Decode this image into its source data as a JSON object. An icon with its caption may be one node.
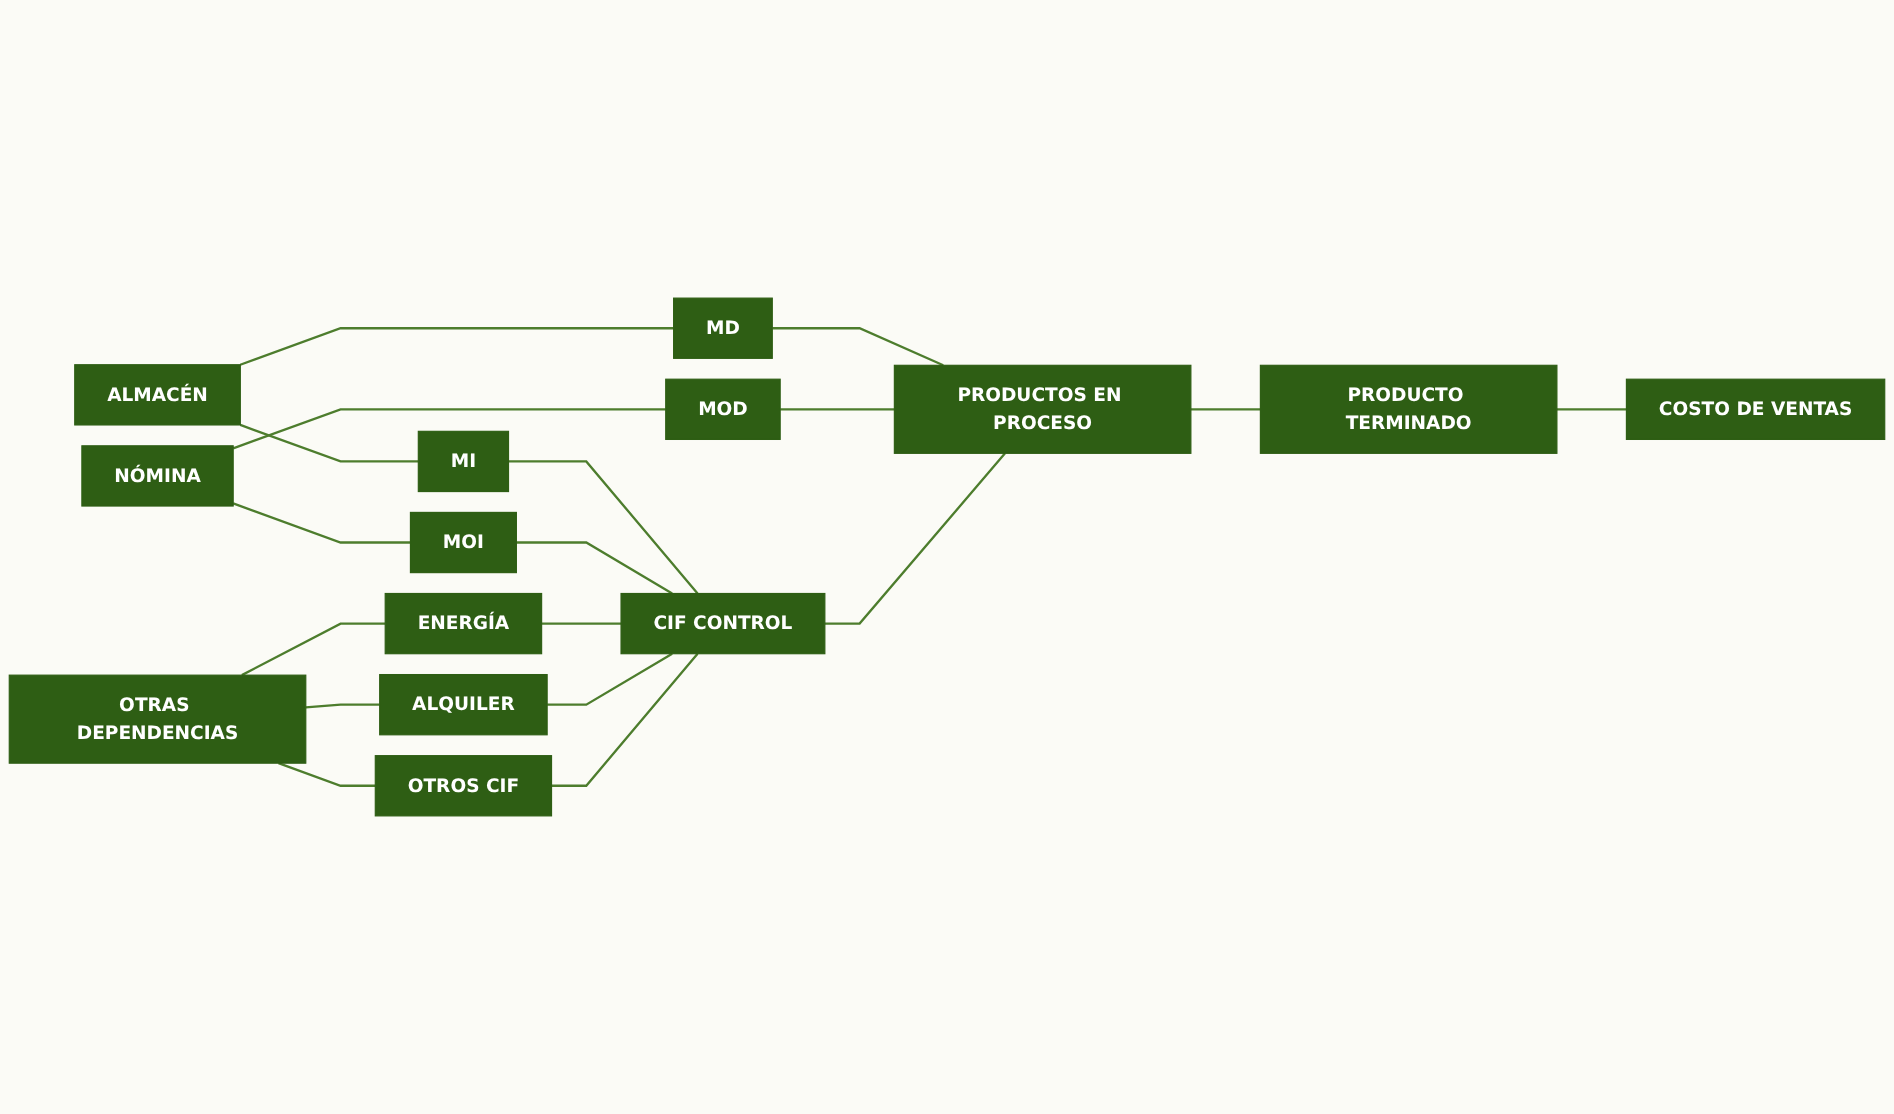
{
  "diagram": {
    "nodes": [
      {
        "text": [
          "ALMACÉN"
        ]
      },
      {
        "text": [
          "NÓMINA"
        ]
      },
      {
        "text": [
          "OTRAS DEPENDENCIAS"
        ]
      },
      {
        "text": [
          "MD"
        ]
      },
      {
        "text": [
          "MOD"
        ]
      },
      {
        "text": [
          "MI"
        ]
      },
      {
        "text": [
          "MOI"
        ]
      },
      {
        "text": [
          "ENERGÍA"
        ]
      },
      {
        "text": [
          "ALQUILER"
        ]
      },
      {
        "text": [
          "OTROS CIF"
        ]
      },
      {
        "text": [
          "CIF CONTROL"
        ]
      },
      {
        "text": [
          "PRODUCTOS EN PROCESO"
        ]
      },
      {
        "text": [
          "PRODUCTO TERMINADO"
        ]
      },
      {
        "text": [
          "COSTO DE VENTAS"
        ]
      }
    ],
    "edges": [
      {
        "from": 0,
        "to": 3,
        "arrow": "none"
      },
      {
        "from": 0,
        "to": 5,
        "arrow": "none"
      },
      {
        "from": 1,
        "to": 4,
        "arrow": "none"
      },
      {
        "from": 1,
        "to": 6,
        "arrow": "none"
      },
      {
        "from": 2,
        "to": 7,
        "arrow": "none"
      },
      {
        "from": 2,
        "to": 8,
        "arrow": "none"
      },
      {
        "from": 2,
        "to": 9,
        "arrow": "none"
      },
      {
        "from": 3,
        "to": 11,
        "arrow": "none"
      },
      {
        "from": 4,
        "to": 11,
        "arrow": "none"
      },
      {
        "from": 5,
        "to": 10,
        "arrow": "none"
      },
      {
        "from": 6,
        "to": 10,
        "arrow": "none"
      },
      {
        "from": 7,
        "to": 10,
        "arrow": "none"
      },
      {
        "from": 8,
        "to": 10,
        "arrow": "none"
      },
      {
        "from": 9,
        "to": 10,
        "arrow": "none"
      },
      {
        "from": 10,
        "to": 11,
        "arrow": "none"
      },
      {
        "from": 11,
        "to": 12,
        "arrow": "none"
      },
      {
        "from": 12,
        "to": 13,
        "arrow": "none"
      }
    ]
  }
}
